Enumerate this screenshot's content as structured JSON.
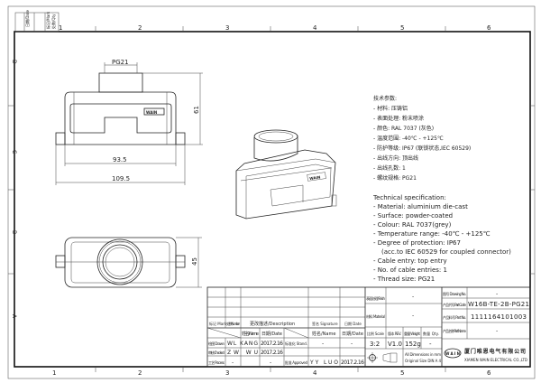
{
  "sheet": {
    "columns": [
      "1",
      "2",
      "3",
      "4",
      "5",
      "6"
    ],
    "rows": [
      "D",
      "C",
      "B",
      "A"
    ],
    "top_strip": [
      "日期/Date",
      "标记/Mark",
      "处数/Qty"
    ]
  },
  "front_view": {
    "dim_thread": "PG21",
    "dim_height": "61",
    "dim_inner_width": "93.5",
    "dim_outer_width": "109.5",
    "logo": "WAIN"
  },
  "top_view": {
    "dim_depth": "45"
  },
  "iso_view": {
    "logo": "WAIN"
  },
  "spec_cn": {
    "title": "技术参数:",
    "items": [
      "- 材料: 压铸铝",
      "- 表面处理: 粉末喷涂",
      "- 颜色: RAL 7037 (灰色)",
      "- 温度范围: -40℃ - +125℃",
      "- 防护等级: IP67 (联锁状态,IEC 60529)",
      "- 出线方向: 顶出线",
      "- 出线孔数: 1",
      "- 螺纹规格: PG21"
    ]
  },
  "spec_en": {
    "title": "Technical specification:",
    "items": [
      "- Material: aluminium die-cast",
      "- Surface: powder-coated",
      "- Colour: RAL 7037(grey)",
      "- Temperature range: -40℃ - +125℃",
      "- Degree of protection: IP67",
      "(acc.to IEC 60529 for coupled connector)",
      "- Cable entry: top entry",
      "- No. of cable entries: 1",
      "- Thread size: PG21"
    ]
  },
  "title_block": {
    "mark": "标记 Mark",
    "number": "处数 Number",
    "description": "更改描述/Description",
    "signature": "签名 Signature",
    "date": "日期 Date",
    "name_h1": "姓名/Name",
    "date_h1": "日期/Date",
    "name_h2": "姓名/Name",
    "date_h2": "日期/Date",
    "drawn": "绘图 Drawn",
    "drawn_name": "WL KANG",
    "drawn_date": "2017.2.16",
    "stand": "标准化 Stand.",
    "stand_name": "-",
    "stand_date": "-",
    "checked": "审核 Checked",
    "checked_name": "ZW WU",
    "checked_date": "2017.2.16",
    "process": "工艺 Process",
    "process_name": "-",
    "process_date": "-",
    "approved": "批准 Approved",
    "approved_name": "YY LUO",
    "approved_date": "2017.2.16",
    "finish": "表面处理 Finish",
    "finish_value": "-",
    "material": "材料 Material",
    "material_value": "-",
    "scale": "比例 Scale",
    "rev": "版本 REV.",
    "weight": "重量 Weight",
    "qty": "数量 Qty.",
    "scale_value": "3:2",
    "rev_value": "V1.0",
    "weight_value": "152g",
    "qty_value": "-",
    "units_note_1": "All Dimensions in mm",
    "units_note_2": "Original Size DIN A 4",
    "drawing_no": "图号 Drawing No.",
    "drawing_no_value": "-",
    "part_code": "产品代号 Part Code",
    "part_code_value": "W16B-TE-2B-PG21",
    "part_no": "产品料号 Part No.",
    "part_no_value": "1111164101003",
    "part_name": "产品名称 Part Name",
    "part_name_value": "-",
    "company_cn": "厦门唯恩电气有限公司",
    "company_en": "XIAMEN WAIN ELECTRICAL CO.,LTD",
    "logo": "WAIN"
  }
}
